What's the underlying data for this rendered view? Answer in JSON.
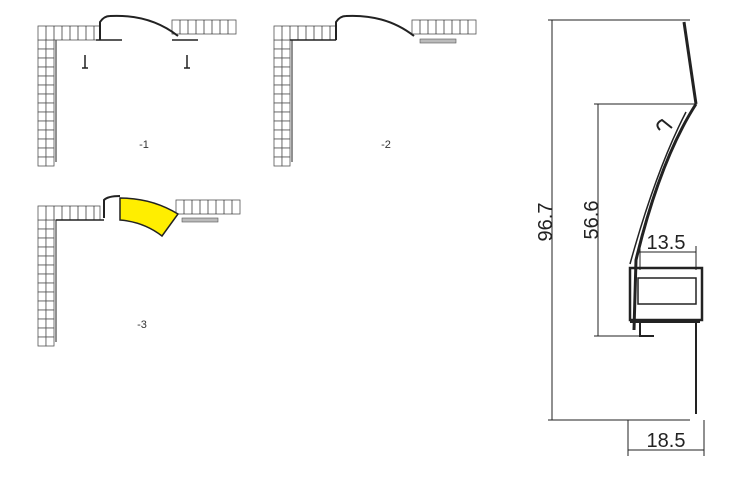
{
  "steps": [
    {
      "label": "-1"
    },
    {
      "label": "-2"
    },
    {
      "label": "-3"
    }
  ],
  "dimensions": {
    "total_height": "96.7",
    "upper_height": "56.6",
    "channel_width": "13.5",
    "base_width": "18.5"
  },
  "colors": {
    "diffuser": "#ffee00",
    "line": "#222222",
    "wall": "#555555"
  }
}
